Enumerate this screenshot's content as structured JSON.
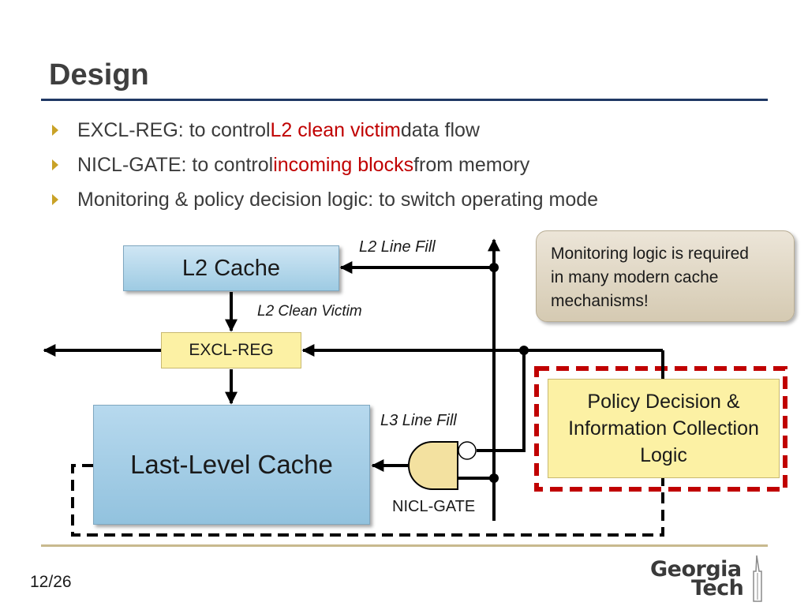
{
  "slide": {
    "title": "Design",
    "page_number": "12/26"
  },
  "bullets": [
    {
      "pre": "EXCL-REG: to control ",
      "highlight": "L2 clean victim",
      "post": " data flow"
    },
    {
      "pre": "NICL-GATE: to control ",
      "highlight": "incoming blocks",
      "post": " from memory"
    },
    {
      "pre": "Monitoring & policy decision logic: to switch operating mode",
      "highlight": "",
      "post": ""
    }
  ],
  "diagram": {
    "l2_cache": "L2 Cache",
    "llc": "Last-Level Cache",
    "excl_reg": "EXCL-REG",
    "policy_lines": [
      "Policy Decision &",
      "Information Collection",
      "Logic"
    ],
    "callout_lines": [
      "Monitoring logic is required",
      "in many modern cache",
      "mechanisms!"
    ],
    "labels": {
      "l2_line_fill": "L2 Line Fill",
      "l2_clean_victim": "L2 Clean Victim",
      "l3_line_fill": "L3 Line Fill",
      "nicl_gate": "NICL-GATE"
    }
  },
  "logo": {
    "line1": "Georgia",
    "line2": "Tech"
  },
  "colors": {
    "highlight": "#c00000",
    "title_rule": "#1f3864",
    "bullet_arrow": "#c9a227",
    "dashed_box": "#c00000",
    "box_yellow": "#fcf1a4",
    "box_blue": "#a9d2ea"
  }
}
